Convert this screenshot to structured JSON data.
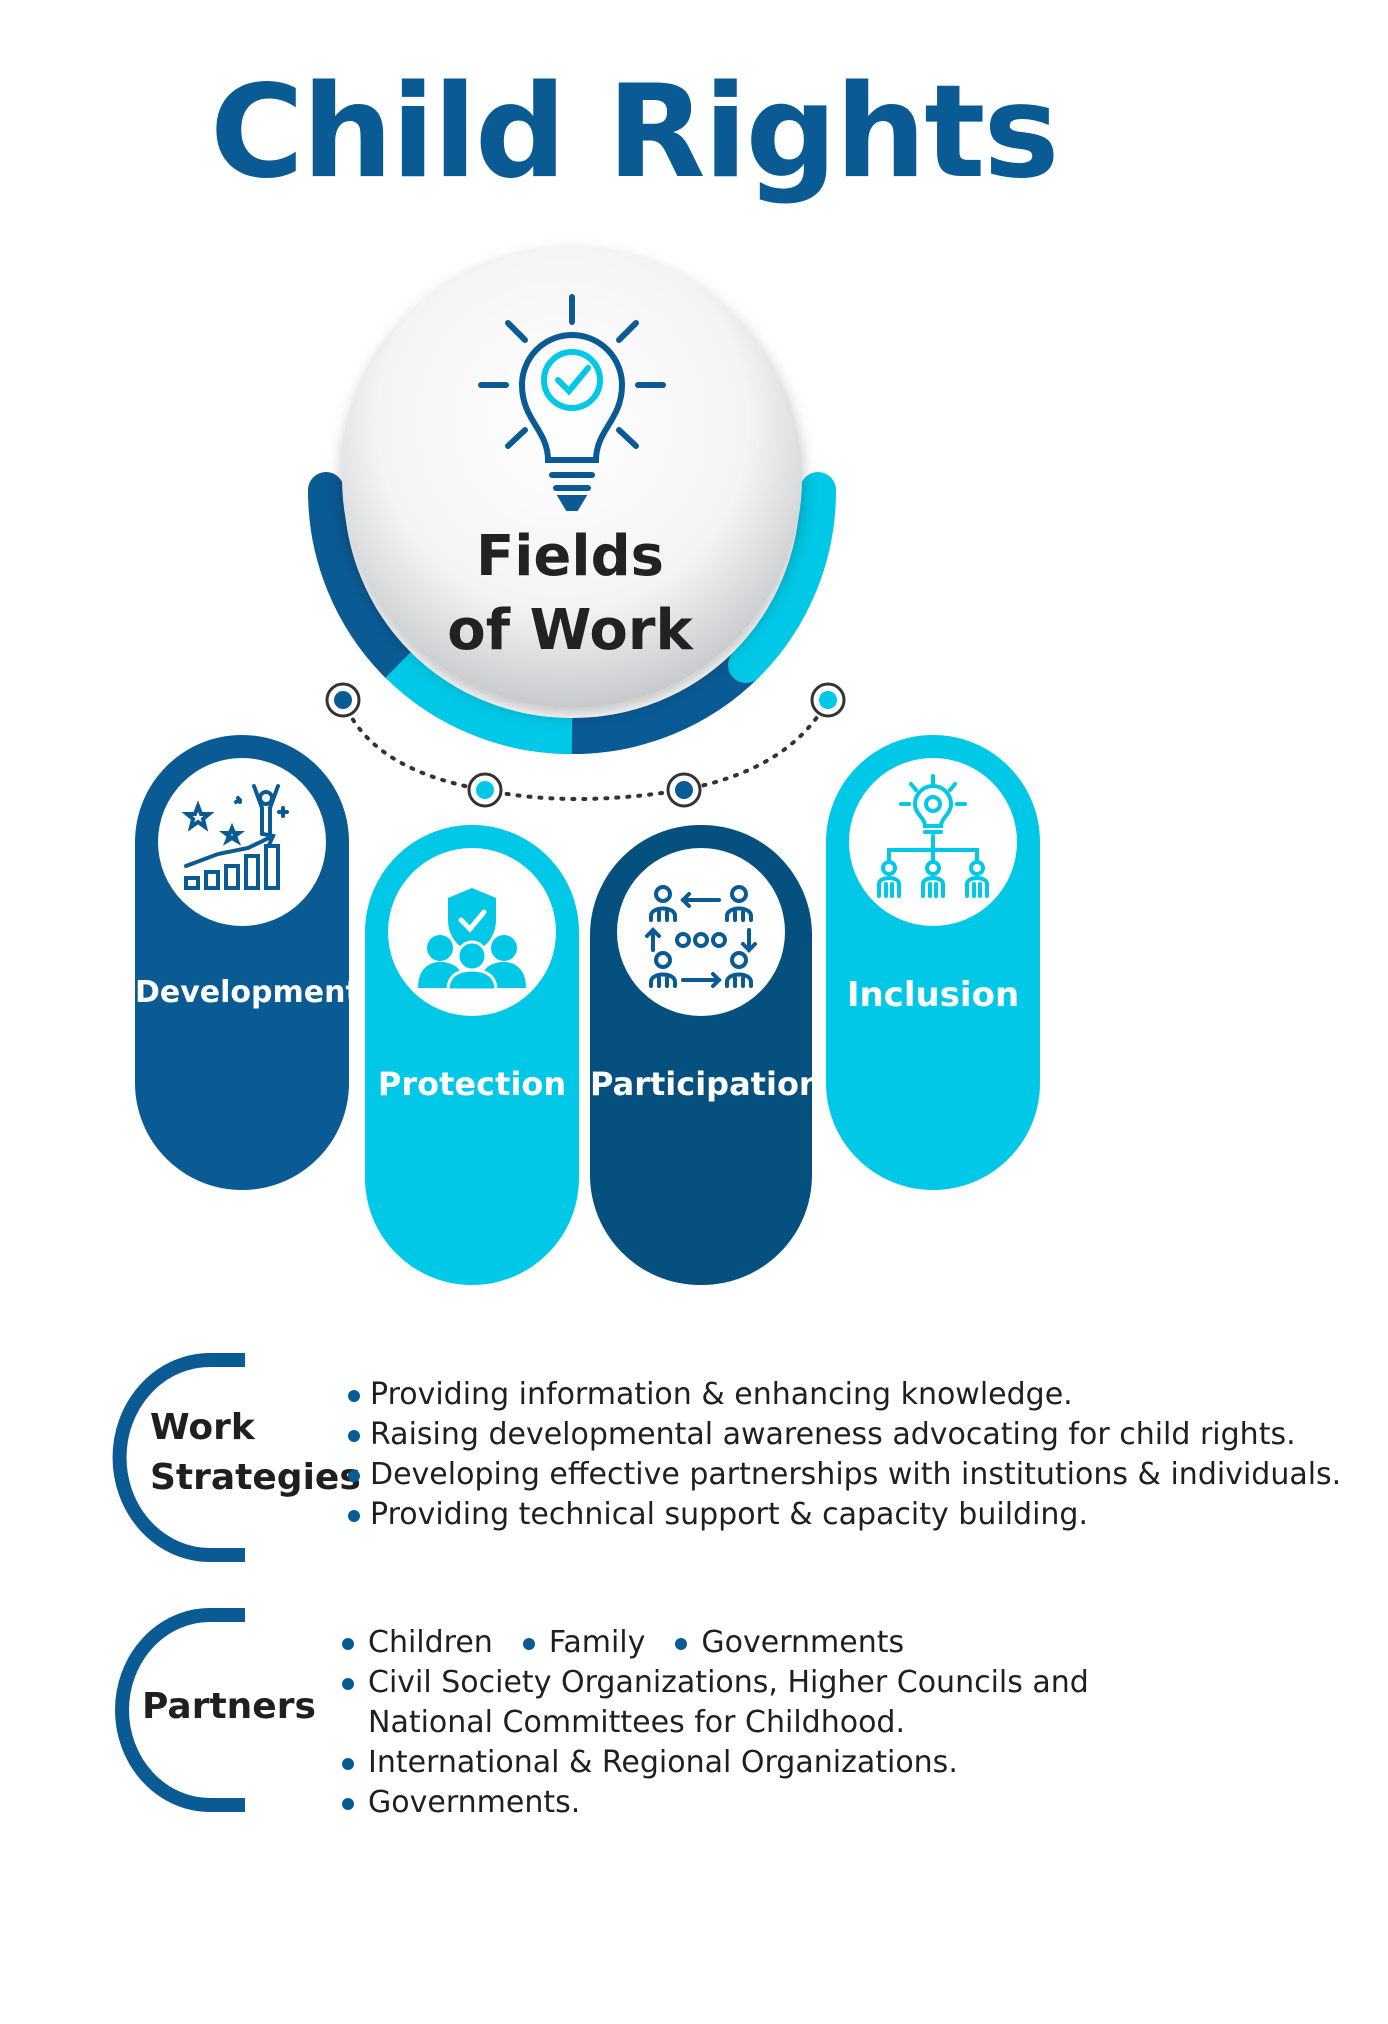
{
  "title": "Child Rights",
  "hub": {
    "line1": "Fields",
    "line2": "of Work",
    "icon": "lightbulb-check-icon"
  },
  "colors": {
    "dark_blue": "#0a5a94",
    "dark_navy": "#06507f",
    "cyan": "#00c8e6",
    "text": "#1f1f1f"
  },
  "fields": [
    {
      "label": "Development",
      "icon": "growth-chart-person-icon",
      "color": "#0a5a94"
    },
    {
      "label": "Protection",
      "icon": "shield-people-icon",
      "color": "#00c8e6"
    },
    {
      "label": "Participation",
      "icon": "people-exchange-icon",
      "color": "#06507f"
    },
    {
      "label": "Inclusion",
      "icon": "idea-network-icon",
      "color": "#00c8e6"
    }
  ],
  "work_strategies": {
    "title_line1": "Work",
    "title_line2": "Strategies",
    "items": [
      "Providing information & enhancing knowledge.",
      "Raising developmental awareness advocating for child rights.",
      "Developing effective partnerships with institutions & individuals.",
      "Providing technical support & capacity building."
    ]
  },
  "partners": {
    "title": "Partners",
    "row1": [
      "Children",
      "Family",
      "Governments"
    ],
    "item2_line1": "Civil Society Organizations, Higher Councils and",
    "item2_line2": "National Committees for Childhood.",
    "item3": "International & Regional Organizations.",
    "item4": "Governments."
  }
}
